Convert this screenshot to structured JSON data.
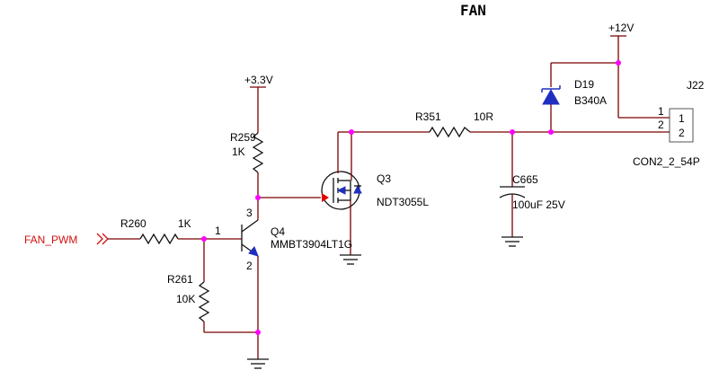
{
  "title": "FAN",
  "nets": {
    "vcc12": "+12V",
    "vcc33": "+3.3V",
    "fan_pwm": "FAN_PWM"
  },
  "parts": {
    "r259": {
      "ref": "R259",
      "value": "1K"
    },
    "r260": {
      "ref": "R260",
      "value": "1K"
    },
    "r261": {
      "ref": "R261",
      "value": "10K"
    },
    "r351": {
      "ref": "R351",
      "value": "10R"
    },
    "q3": {
      "ref": "Q3",
      "value": "NDT3055L"
    },
    "q4": {
      "ref": "Q4",
      "value": "MMBT3904LT1G",
      "pin_base": "1",
      "pin_collector": "3",
      "pin_emitter": "2"
    },
    "c665": {
      "ref": "C665",
      "value": "100uF 25V"
    },
    "d19": {
      "ref": "D19",
      "value": "B340A"
    },
    "j22": {
      "ref": "J22",
      "value": "CON2_2_54P",
      "pin1_outer": "1",
      "pin2_outer": "2",
      "pin1_inner": "1",
      "pin2_inner": "2"
    }
  },
  "colors": {
    "wire": "#7a0000",
    "junction": "#ff00ff",
    "symbol": "#1f2fbf",
    "net_label": "#d01010"
  }
}
